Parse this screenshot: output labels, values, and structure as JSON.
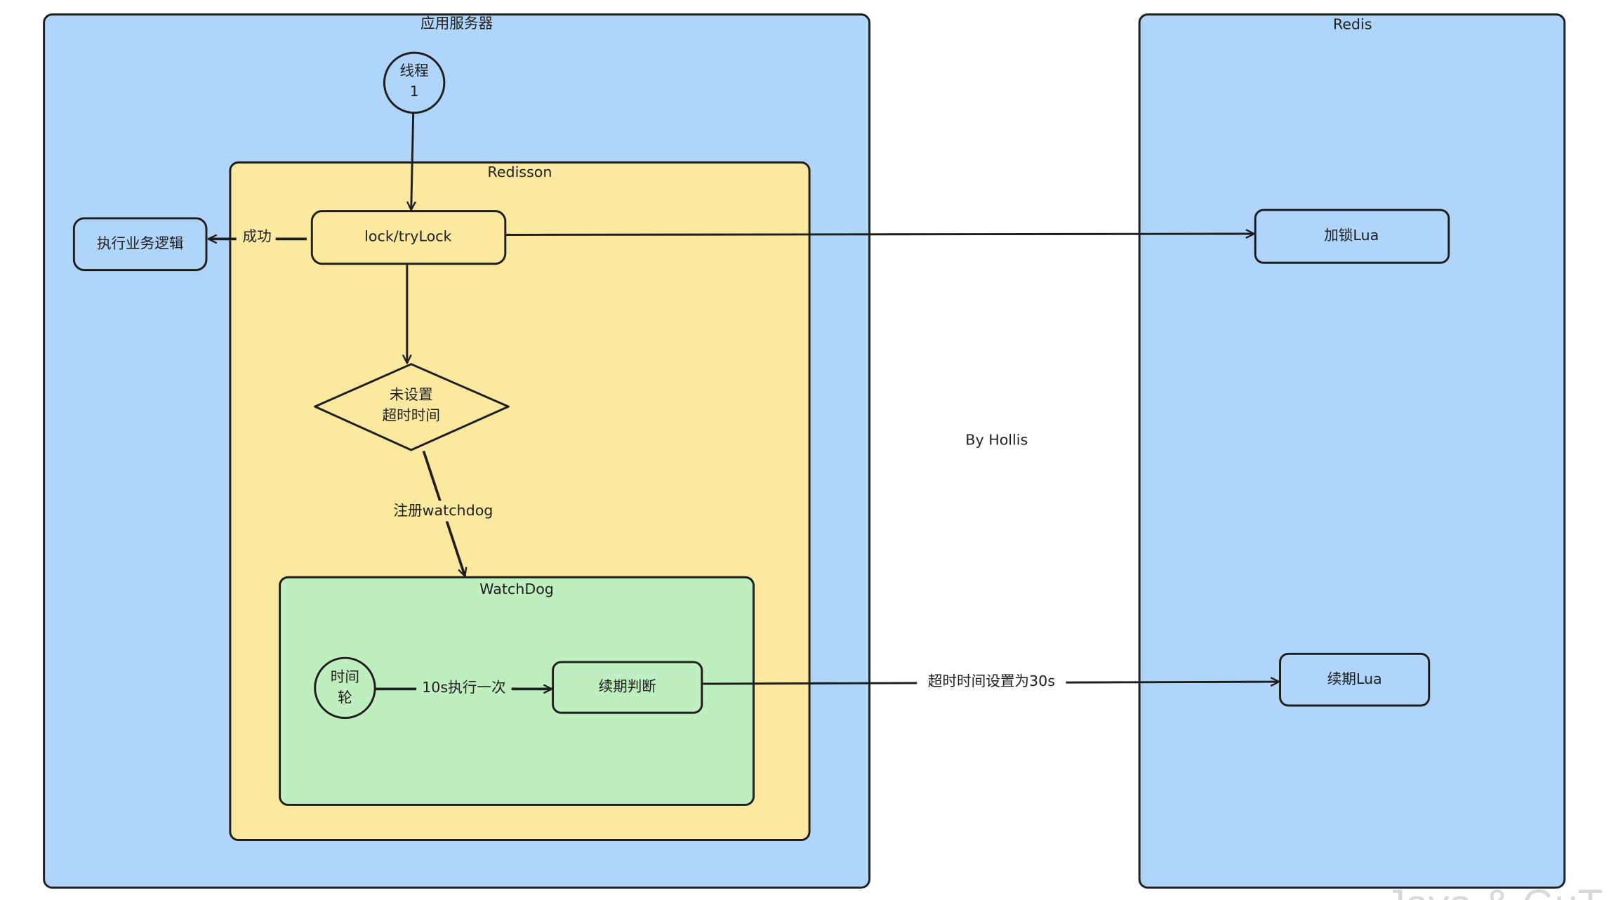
{
  "colors": {
    "app_server": "#b0d5fa",
    "redis": "#b0d5fa",
    "redisson": "#fbe9a0",
    "watchdog": "#c0efbf",
    "stroke": "#1e1e1e"
  },
  "containers": {
    "app_server": "应用服务器",
    "redis": "Redis",
    "redisson": "Redisson",
    "watchdog": "WatchDog"
  },
  "nodes": {
    "thread_line1": "线程",
    "thread_line2": "1",
    "lock": "lock/tryLock",
    "exec": "执行业务逻辑",
    "decision_line1": "未设置",
    "decision_line2": "超时时间",
    "time_wheel_line1": "时间",
    "time_wheel_line2": "轮",
    "renew_judge": "续期判断",
    "lock_lua": "加锁Lua",
    "renew_lua": "续期Lua"
  },
  "edges": {
    "success": "成功",
    "register": "注册watchdog",
    "every10s": "10s执行一次",
    "timeout30s": "超时时间设置为30s"
  },
  "author": "By Hollis",
  "watermark": "Java & GuT"
}
